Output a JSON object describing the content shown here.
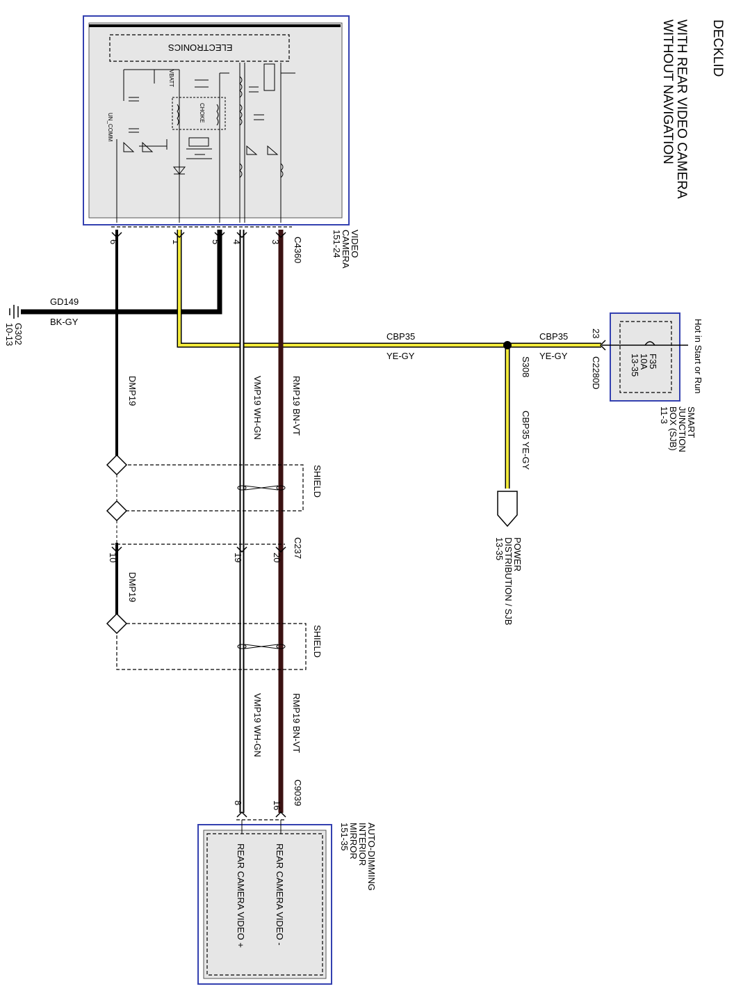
{
  "title": {
    "line1": "DECKLID",
    "line2": "WITH REAR VIDEO CAMERA",
    "line3": "WITHOUT NAVIGATION"
  },
  "colors": {
    "module_border": "#3340b0",
    "module_fill": "#e6e6e6",
    "wire_black": "#000000",
    "wire_brown": "#3b1212",
    "wire_yellow": "#f2ea3c"
  },
  "video_camera": {
    "label": [
      "VIDEO",
      "CAMERA",
      "151-24"
    ],
    "connector": "C4360",
    "electronics": "ELECTRONICS",
    "vbatt": "VBATT",
    "choke": "CHOKE",
    "un_comm": "UN_COMM",
    "pins": [
      "6",
      "1",
      "5",
      "4",
      "3"
    ]
  },
  "ground": {
    "circuit": "GD149",
    "color": "BK-GY",
    "ref": [
      "G302",
      "10-13"
    ]
  },
  "cbp35_main": {
    "circuit": "CBP35",
    "color": "YE-GY"
  },
  "cbp35_sjb": {
    "circuit": "CBP35",
    "color": "YE-GY"
  },
  "splice": "S308",
  "cbp35_branch": "CBP35   YE-GY",
  "sjb": {
    "hot": "Hot in Start or Run",
    "fuse": [
      "F35",
      "10A",
      "13-35"
    ],
    "pin": "23",
    "connector": "C2280D",
    "label": [
      "SMART",
      "JUNCTION",
      "BOX (SJB)",
      "11-3"
    ]
  },
  "power_dist": [
    "POWER",
    "DISTRIBUTION / SJB",
    "13-35"
  ],
  "wires_upper": {
    "dmp": "DMP19",
    "vmp": "VMP19   WH-GN",
    "rmp": "RMP19   BN-VT"
  },
  "wires_lower": {
    "dmp": "DMP19",
    "vmp": "VMP19   WH-GN",
    "rmp": "RMP19   BN-VT"
  },
  "shield_upper": "SHIELD",
  "shield_lower": "SHIELD",
  "c237": {
    "connector": "C237",
    "pins": [
      "10",
      "19",
      "20"
    ]
  },
  "mirror": {
    "label": [
      "AUTO-DIMMING",
      "INTERIOR",
      "MIRROR",
      "151-35"
    ],
    "connector": "C9039",
    "pins": [
      "16",
      "8"
    ],
    "video_minus": "REAR CAMERA VIDEO -",
    "video_plus": "REAR CAMERA VIDEO +"
  }
}
